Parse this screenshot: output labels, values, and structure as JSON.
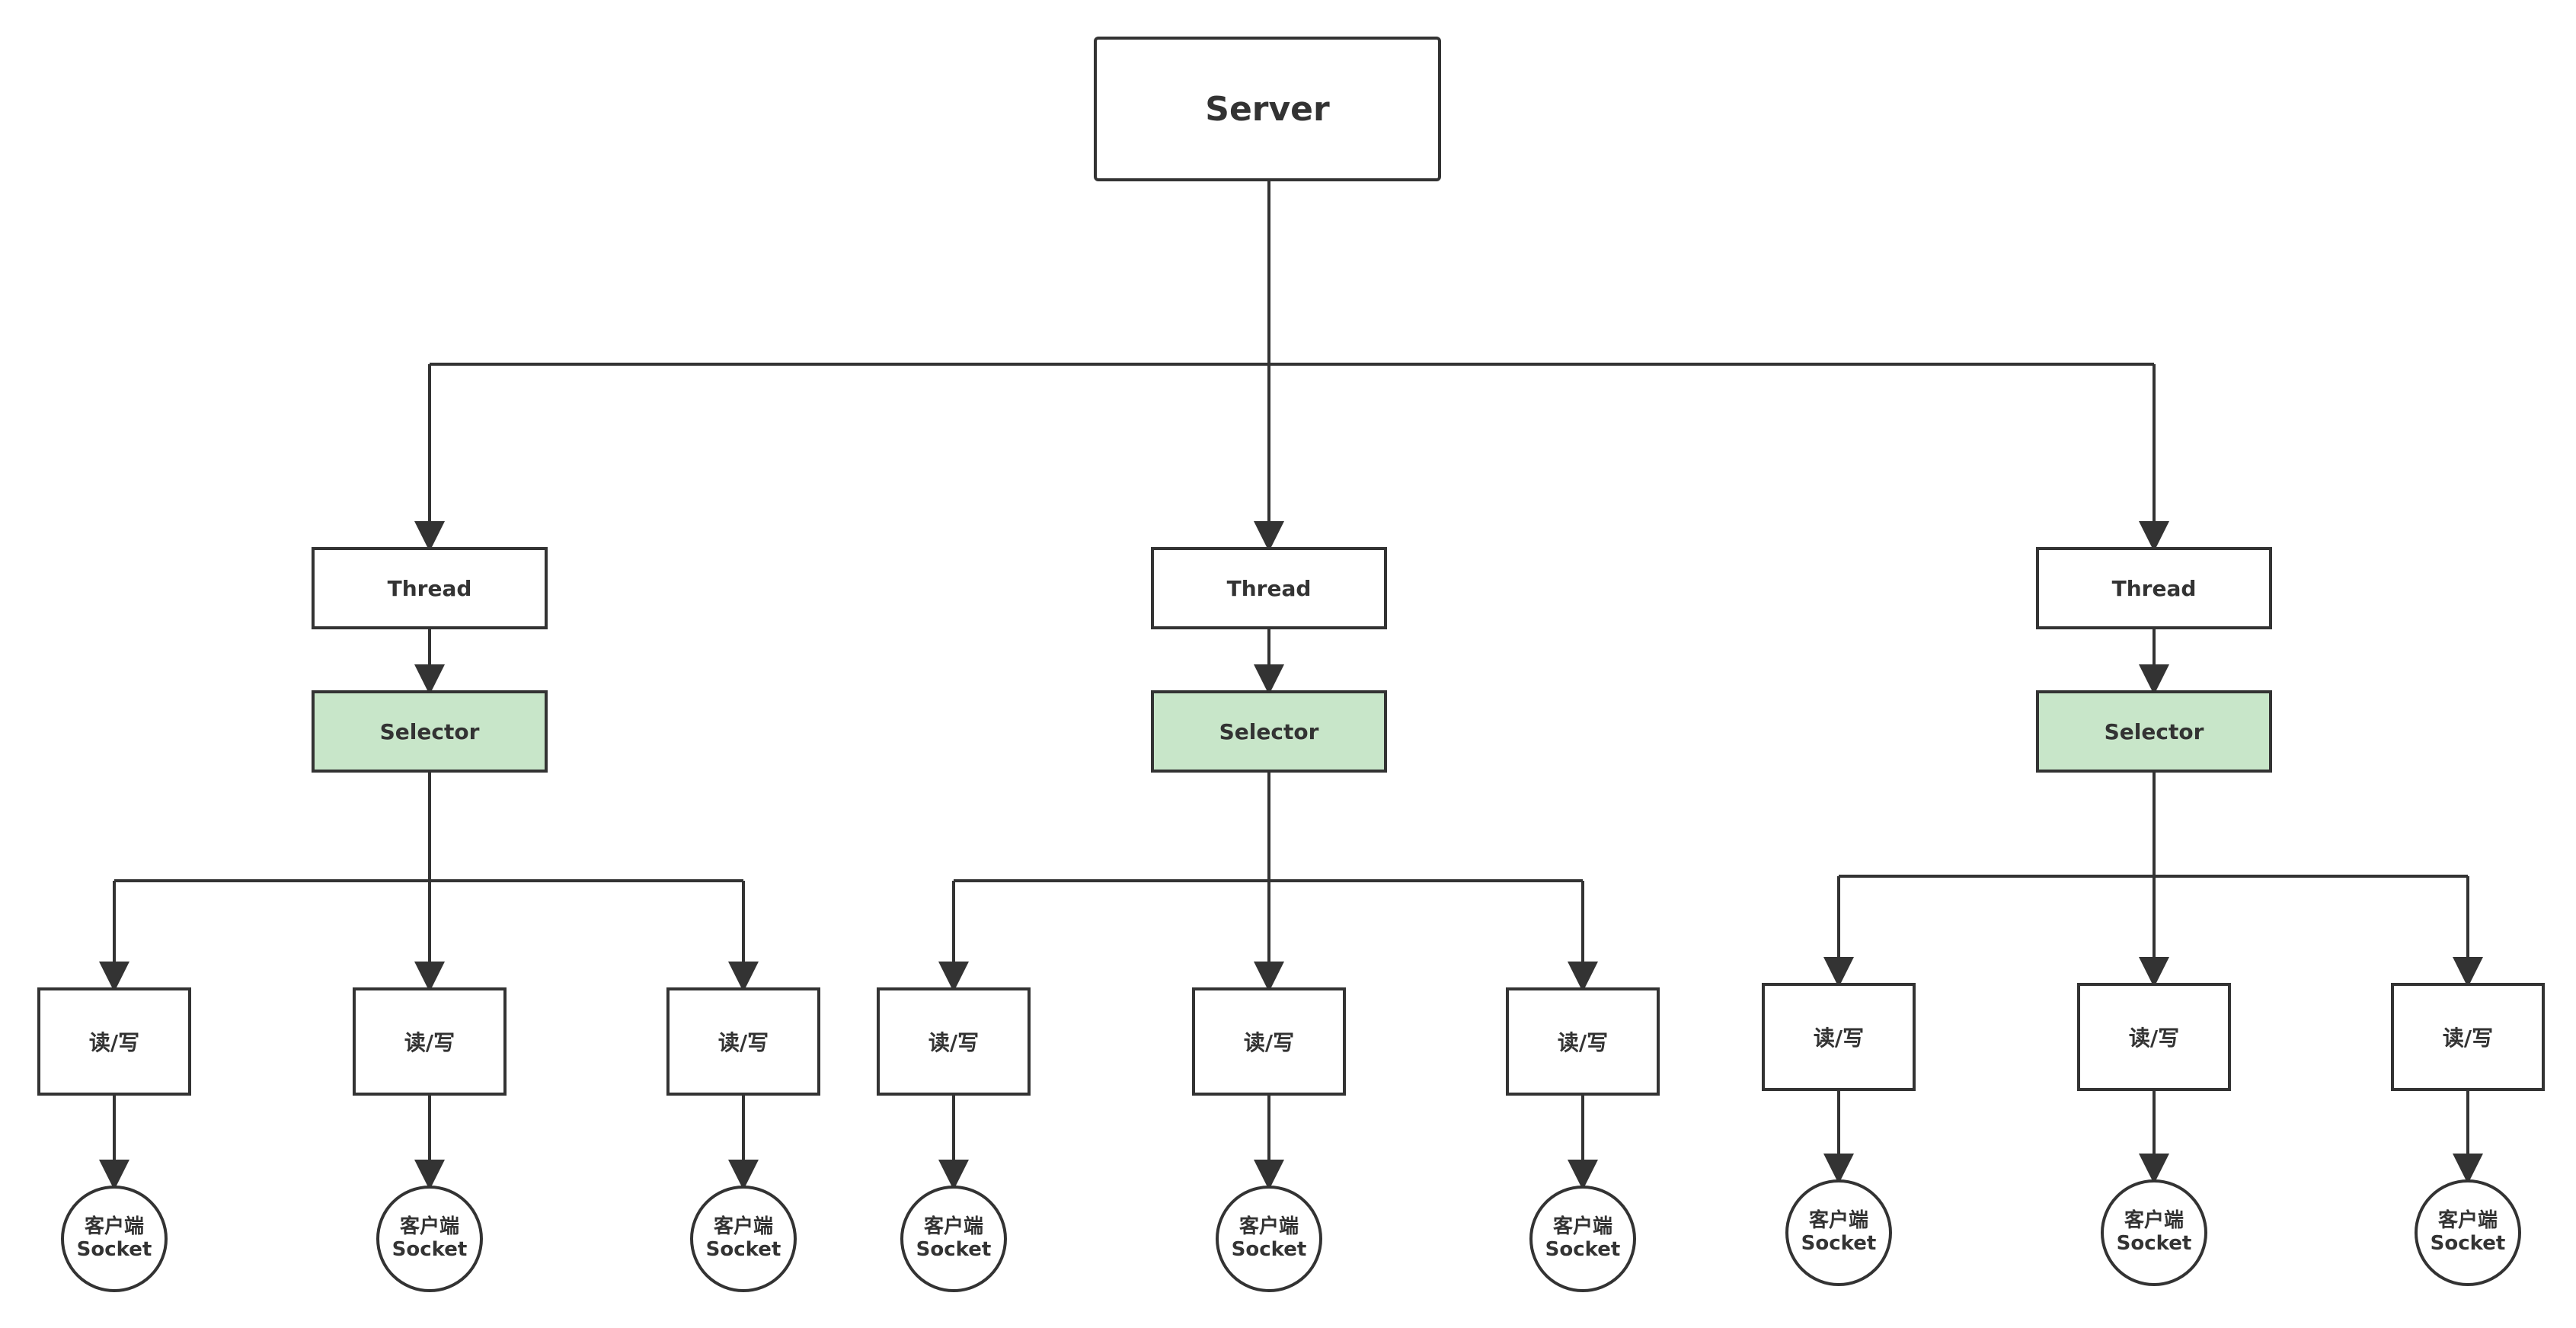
{
  "server": {
    "label": "Server"
  },
  "groups": [
    {
      "thread_label": "Thread",
      "selector_label": "Selector",
      "channels": [
        {
          "rw_label": "读/写",
          "client_line1": "客户端",
          "client_line2": "Socket"
        },
        {
          "rw_label": "读/写",
          "client_line1": "客户端",
          "client_line2": "Socket"
        },
        {
          "rw_label": "读/写",
          "client_line1": "客户端",
          "client_line2": "Socket"
        }
      ]
    },
    {
      "thread_label": "Thread",
      "selector_label": "Selector",
      "channels": [
        {
          "rw_label": "读/写",
          "client_line1": "客户端",
          "client_line2": "Socket"
        },
        {
          "rw_label": "读/写",
          "client_line1": "客户端",
          "client_line2": "Socket"
        },
        {
          "rw_label": "读/写",
          "client_line1": "客户端",
          "client_line2": "Socket"
        }
      ]
    },
    {
      "thread_label": "Thread",
      "selector_label": "Selector",
      "channels": [
        {
          "rw_label": "读/写",
          "client_line1": "客户端",
          "client_line2": "Socket"
        },
        {
          "rw_label": "读/写",
          "client_line1": "客户端",
          "client_line2": "Socket"
        },
        {
          "rw_label": "读/写",
          "client_line1": "客户端",
          "client_line2": "Socket"
        }
      ]
    }
  ],
  "colors": {
    "stroke": "#333333",
    "selector_fill": "#c8e6c9",
    "background": "#ffffff"
  }
}
